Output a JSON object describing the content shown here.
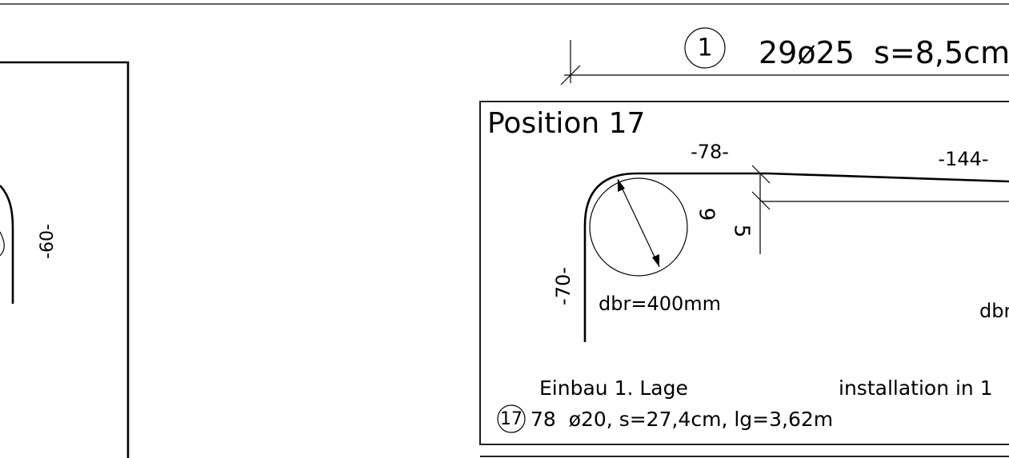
{
  "callout_top": {
    "mark": "1",
    "text": "29ø25  s=8,5cm"
  },
  "left_sheet": {
    "dim_vertical": "-60-"
  },
  "position_box": {
    "title": "Position 17",
    "dim_top_left": "-78-",
    "dim_top_right": "-144-",
    "dim_left": "-70-",
    "dim_offset_a": "9",
    "dim_offset_b": "5",
    "bend_note_left": "dbr=400mm",
    "bend_note_right": "dbr",
    "install_de": "Einbau 1. Lage",
    "install_en": "installation in 1",
    "bar_mark": "17",
    "bar_spec": "78  ø20, s=27,4cm, lg=3,62m"
  }
}
